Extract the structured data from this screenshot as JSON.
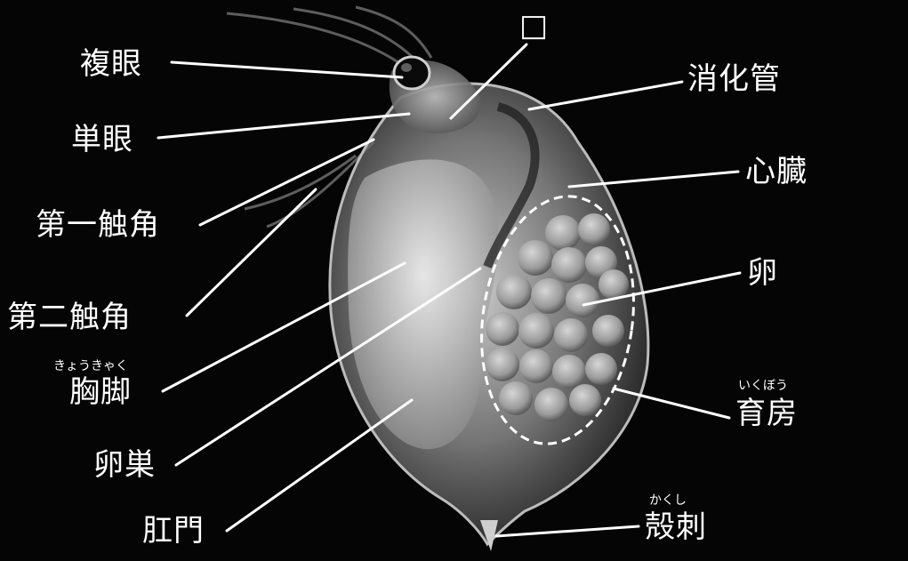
{
  "figure": {
    "colors": {
      "background": "#050505",
      "label_text": "#ffffff",
      "leader_line": "#ffffff",
      "egg_outline": "#ffffff"
    },
    "labels": {
      "fukugan": "複眼",
      "tangan": "単眼",
      "dai_ichi_shokkaku": "第一触角",
      "dai_ni_shokkaku": "第二触角",
      "kyoukyaku": "胸脚",
      "kyoukyaku_ruby": "きょうきゃく",
      "ransou": "卵巣",
      "koumon": "肛門",
      "kuchi": "□",
      "shoukakan": "消化管",
      "shinzou": "心臓",
      "tamago": "卵",
      "ikubou": "育房",
      "ikubou_ruby": "いくぼう",
      "kakushi": "殻刺",
      "kakushi_ruby": "かくし"
    }
  }
}
